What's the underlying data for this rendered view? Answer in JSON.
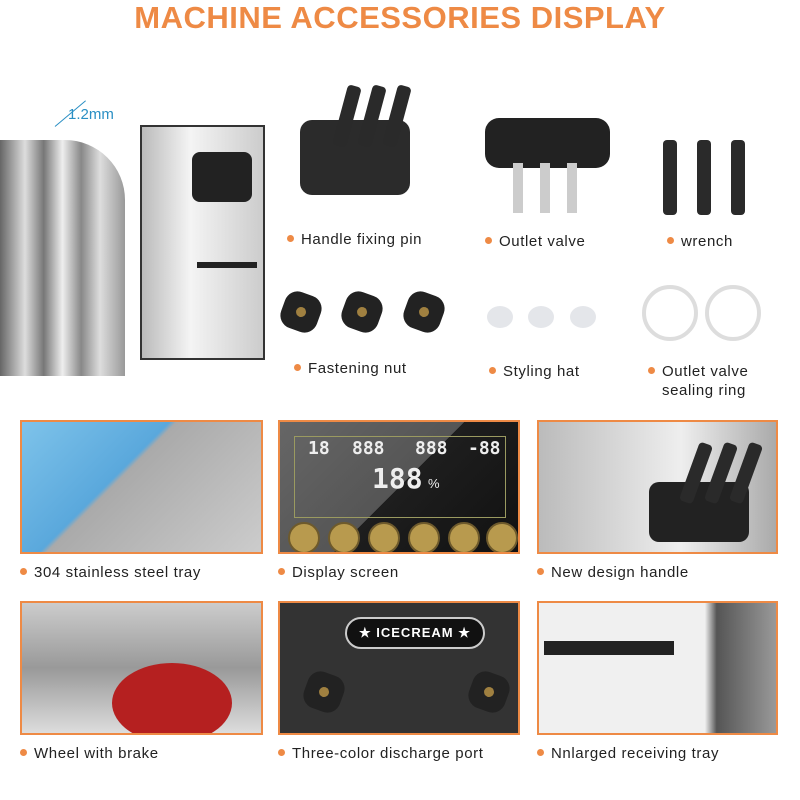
{
  "title": "MACHINE ACCESSORIES DISPLAY",
  "thickness_label": "1.2mm",
  "accessories": [
    {
      "label": "Handle fixing pin"
    },
    {
      "label": "Outlet valve"
    },
    {
      "label": "wrench"
    },
    {
      "label": "Fastening nut"
    },
    {
      "label": "Styling hat"
    },
    {
      "label_line1": "Outlet valve",
      "label_line2": "sealing ring"
    }
  ],
  "features": [
    {
      "label": "304 stainless steel tray"
    },
    {
      "label": "Display screen"
    },
    {
      "label": "New design handle"
    },
    {
      "label": "Wheel with brake"
    },
    {
      "label": "Three-color discharge port"
    },
    {
      "label": "Nnlarged receiving tray"
    }
  ],
  "display": {
    "readout1": "18",
    "readout2": "888",
    "readout3": "888",
    "readout4": "-88",
    "percent": "188",
    "percent_unit": "%"
  },
  "brand": "★ ICECREAM ★",
  "colors": {
    "accent": "#ee8a45",
    "measure": "#2a8fc4"
  }
}
